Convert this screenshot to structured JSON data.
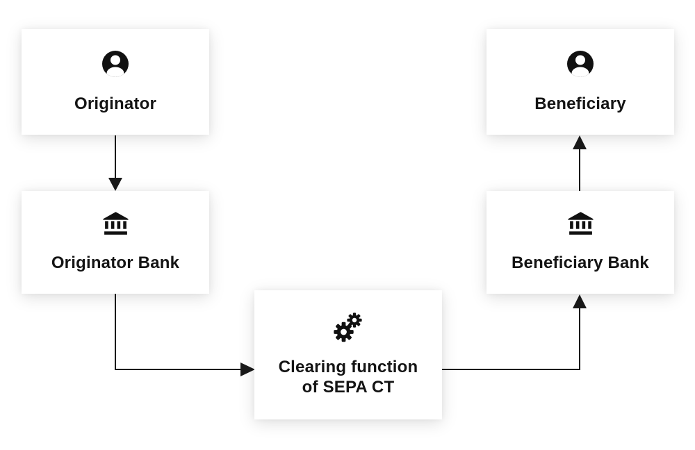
{
  "diagram": {
    "type": "flowchart",
    "background": "#ffffff"
  },
  "colors": {
    "box_background": "#ffffff",
    "box_shadow": "rgba(0,0,0,0.13)",
    "line": "#1a1a1a",
    "text": "#141414",
    "icon": "#111111"
  },
  "nodes": [
    {
      "id": "originator",
      "label": "Originator",
      "icon": "person-icon"
    },
    {
      "id": "originator-bank",
      "label": "Originator Bank",
      "icon": "bank-icon"
    },
    {
      "id": "clearing",
      "lines": [
        "Clearing function",
        "of SEPA CT"
      ],
      "icon": "gears-icon"
    },
    {
      "id": "beneficiary-bank",
      "label": "Beneficiary Bank",
      "icon": "bank-icon"
    },
    {
      "id": "beneficiary",
      "label": "Beneficiary",
      "icon": "person-icon"
    }
  ],
  "edges": [
    {
      "from": "originator",
      "to": "originator-bank"
    },
    {
      "from": "originator-bank",
      "to": "clearing"
    },
    {
      "from": "clearing",
      "to": "beneficiary-bank"
    },
    {
      "from": "beneficiary-bank",
      "to": "beneficiary"
    }
  ]
}
